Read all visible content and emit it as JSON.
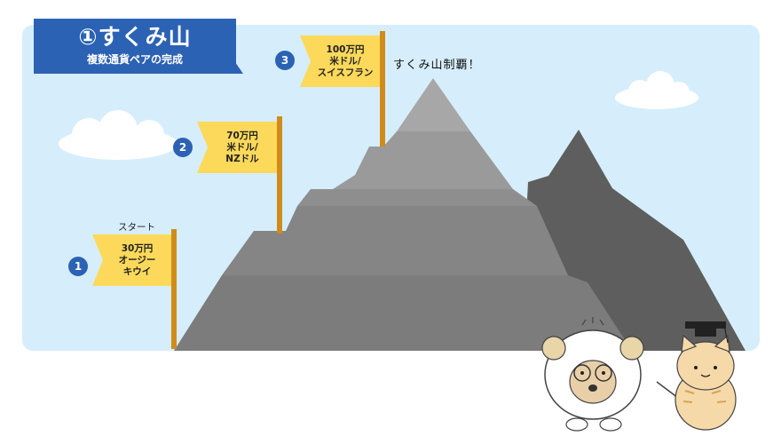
{
  "title": {
    "main": "①すくみ山",
    "sub": "複数通貨ペアの完成"
  },
  "start_label": "スタート",
  "summit_label": "すくみ山制覇！",
  "flags": [
    {
      "number": "1",
      "lines": [
        "30万円",
        "オージー",
        "キウイ"
      ]
    },
    {
      "number": "2",
      "lines": [
        "70万円",
        "米ドル/",
        "NZドル"
      ]
    },
    {
      "number": "3",
      "lines": [
        "100万円",
        "米ドル/",
        "スイスフラン"
      ]
    }
  ],
  "colors": {
    "title_bg": "#2c62b4",
    "badge": "#2c62b4",
    "flag": "#fcd95a",
    "pole": "#d08c1a",
    "sky": "#d6eefb",
    "mountain_front": "#8a8a8a",
    "mountain_back": "#5e5e5e"
  }
}
